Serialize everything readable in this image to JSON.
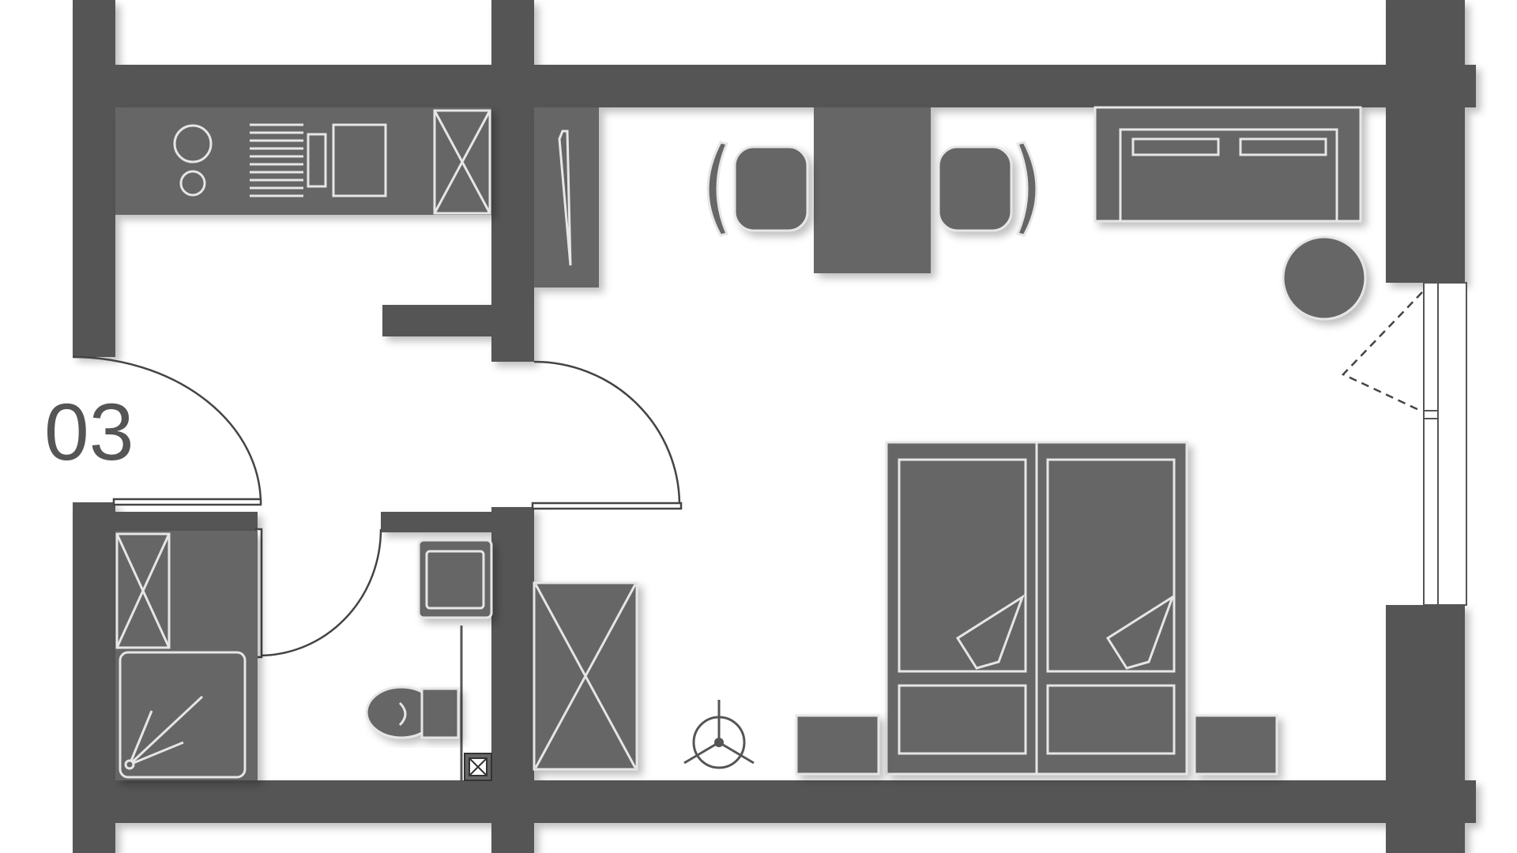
{
  "unit": {
    "number": "03"
  },
  "colors": {
    "wall": "#555555",
    "furniture": "#666666",
    "furniture_outline": "#e6e6e6",
    "background": "#ffffff"
  },
  "symbols": [
    "kitchen-counter",
    "cooktop",
    "sink",
    "fridge",
    "wardrobe",
    "dining-table",
    "chair",
    "sideboard",
    "round-table",
    "double-bed",
    "pillow",
    "nightstand",
    "ceiling-fan",
    "shower",
    "toilet",
    "washbasin",
    "shaft",
    "door",
    "window"
  ]
}
